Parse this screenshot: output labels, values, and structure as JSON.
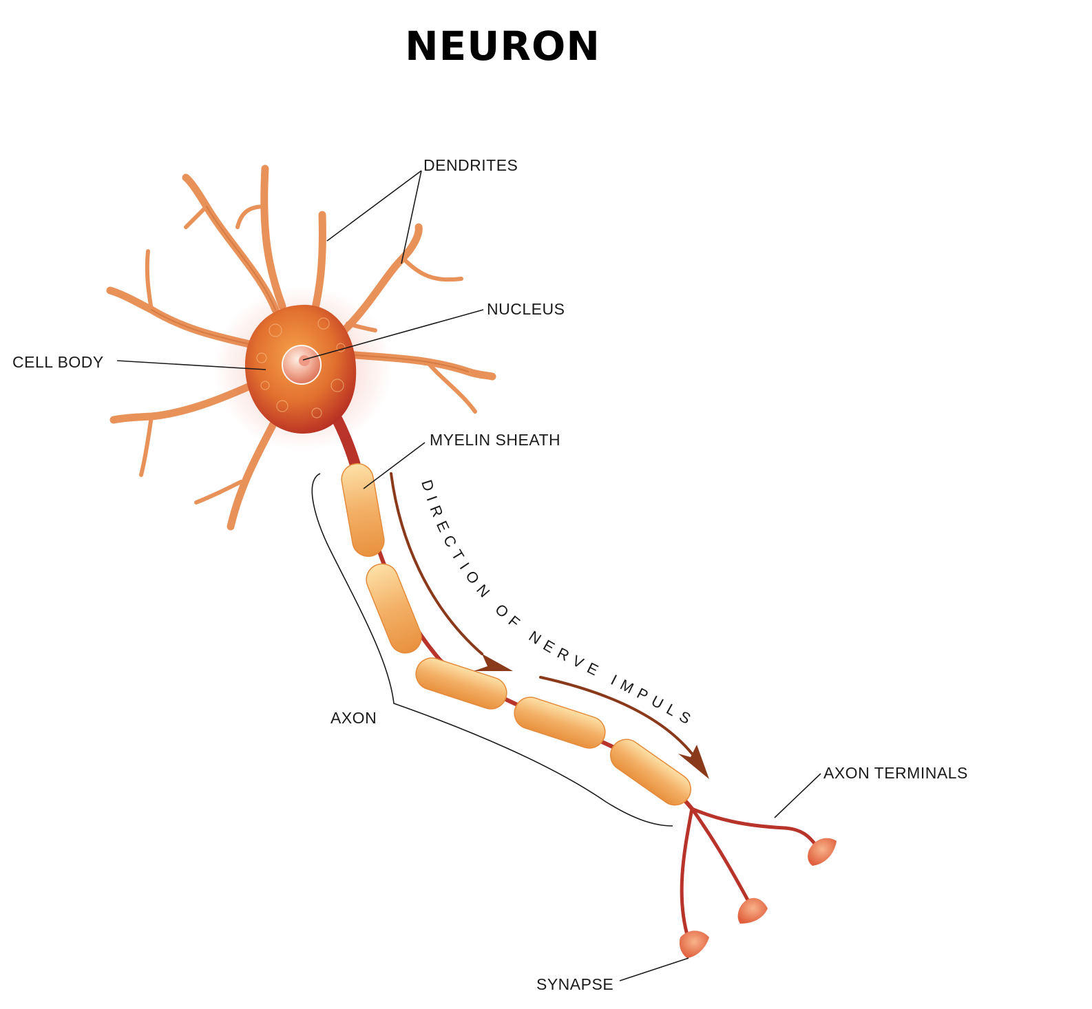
{
  "title": "NEURON",
  "labels": {
    "dendrites": "DENDRITES",
    "nucleus": "NUCLEUS",
    "cell_body": "CELL BODY",
    "myelin_sheath": "MYELIN SHEATH",
    "axon": "AXON",
    "axon_terminals": "AXON TERMINALS",
    "synapse": "SYNAPSE"
  },
  "direction_text": "DIRECTION OF NERVE IMPULSE",
  "colors": {
    "cell_body": "#d4452a",
    "dendrite": "#e8925a",
    "axon": "#b8332a",
    "myelin": "#f2b36a",
    "arrow": "#8a3a1a"
  }
}
